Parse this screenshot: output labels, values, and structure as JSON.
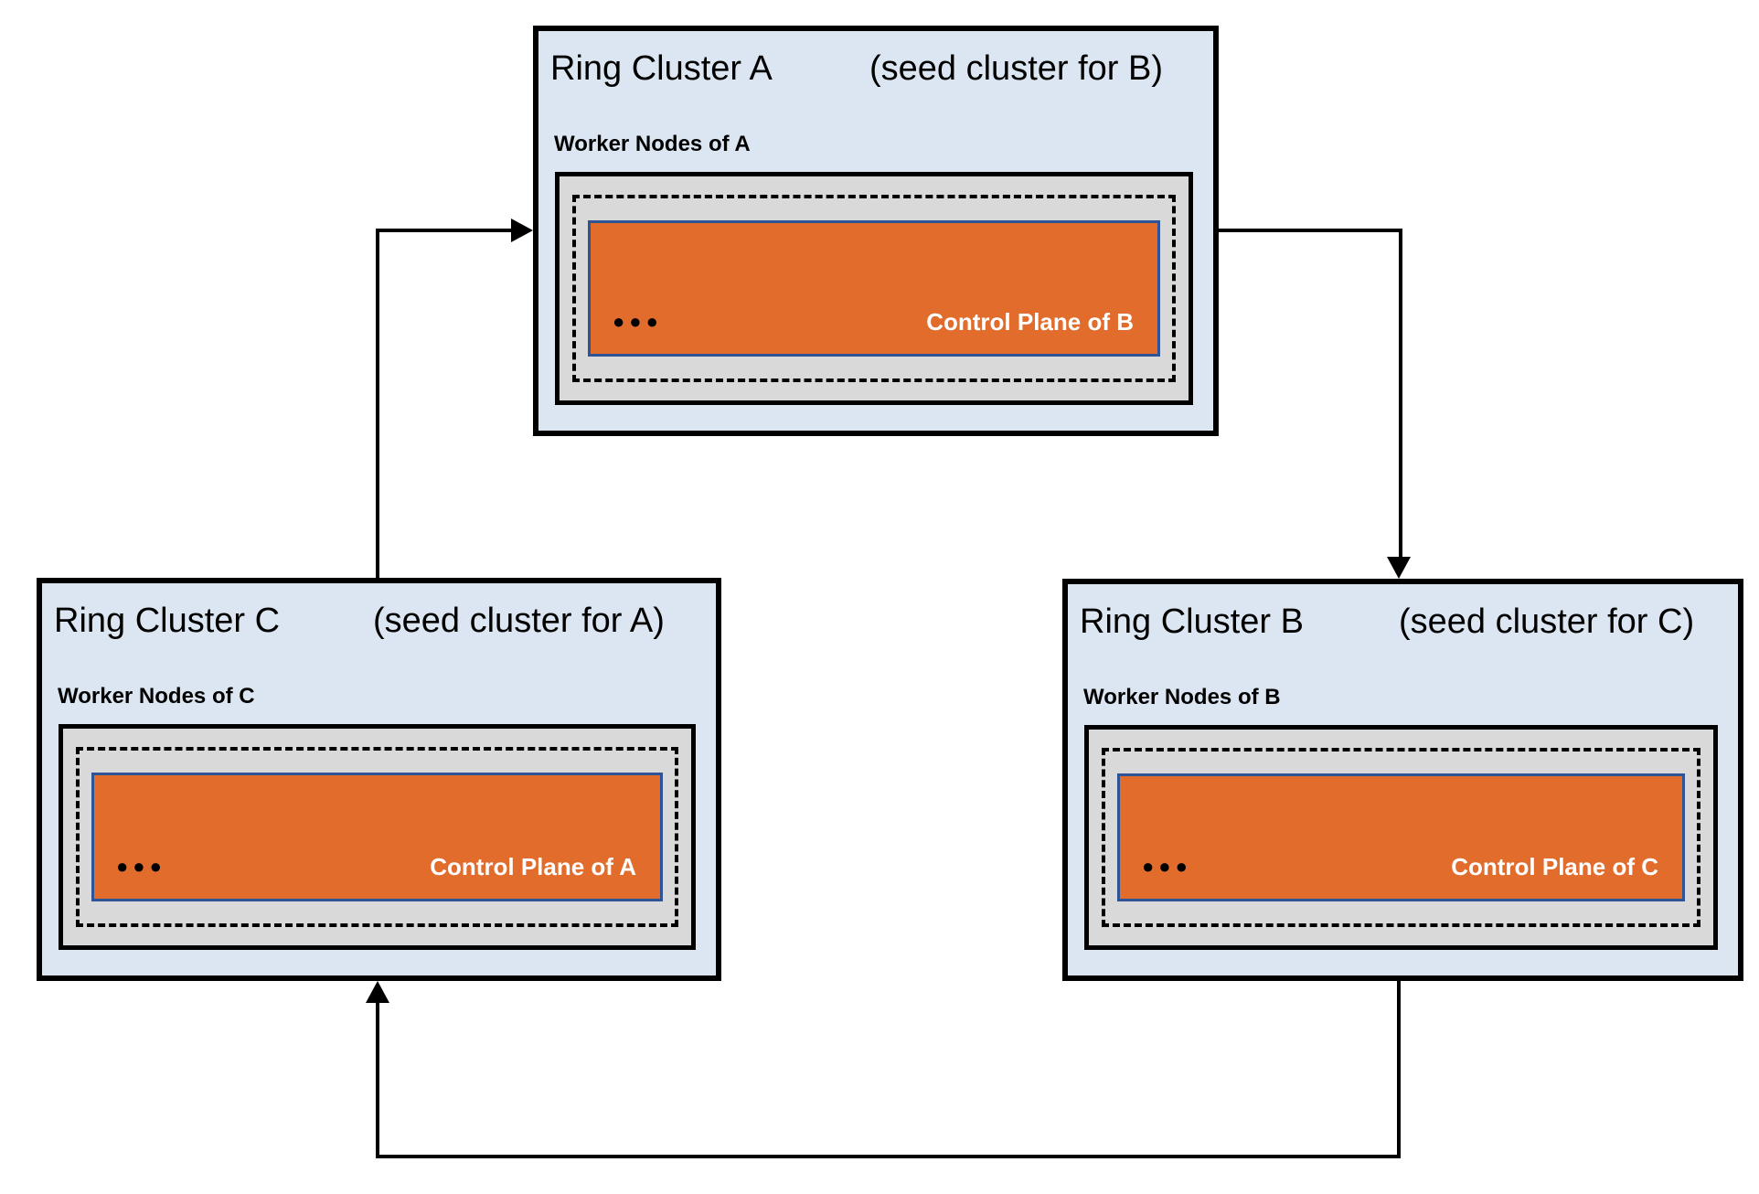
{
  "page": {
    "background": "#ffffff"
  },
  "colors": {
    "cluster_fill": "#dbe6f2",
    "cluster_border": "#000000",
    "worker_area_fill": "#d9d9d9",
    "worker_area_border": "#000000",
    "control_plane_fill": "#e16c2c",
    "control_plane_border": "#2f5496",
    "arrow": "#000000",
    "control_label_text": "#ffffff"
  },
  "clusters": [
    {
      "name": "Ring Cluster A",
      "note": "(seed cluster for B)",
      "worker_label": "Worker Nodes of A",
      "dots": "●●●",
      "control_label": "Control Plane of B"
    },
    {
      "name": "Ring Cluster B",
      "note": "(seed cluster for C)",
      "worker_label": "Worker Nodes of B",
      "dots": "●●●",
      "control_label": "Control Plane of C"
    },
    {
      "name": "Ring Cluster C",
      "note": "(seed cluster for A)",
      "worker_label": "Worker Nodes of C",
      "dots": "●●●",
      "control_label": "Control Plane of A"
    }
  ],
  "arrows": [
    {
      "from": "Ring Cluster C",
      "to": "Ring Cluster A"
    },
    {
      "from": "Ring Cluster A",
      "to": "Ring Cluster B"
    },
    {
      "from": "Ring Cluster B",
      "to": "Ring Cluster C"
    }
  ]
}
